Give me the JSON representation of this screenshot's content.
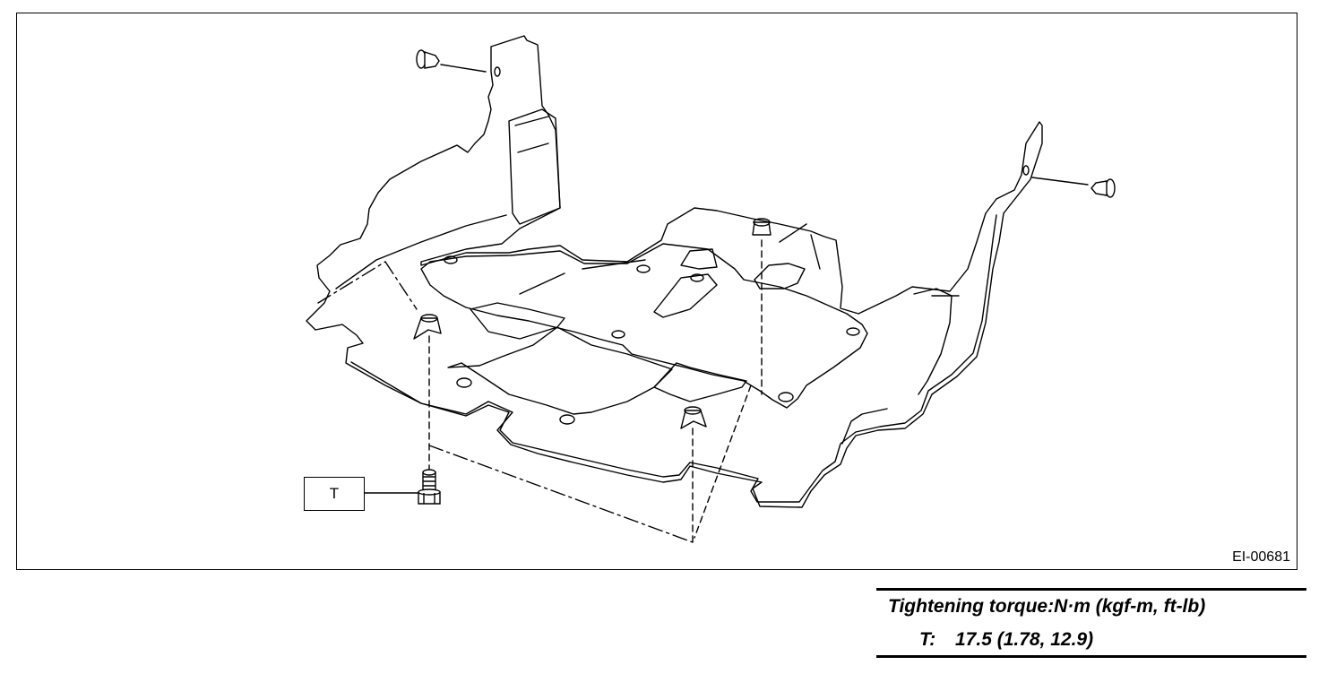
{
  "figure": {
    "id": "EI-00681",
    "callout_label": "T"
  },
  "torque_table": {
    "header": "Tightening torque:N·m (kgf-m, ft-lb)",
    "rows": [
      {
        "key": "T:",
        "value": "17.5 (1.78, 12.9)"
      }
    ]
  },
  "colors": {
    "line": "#000000",
    "background": "#ffffff"
  }
}
